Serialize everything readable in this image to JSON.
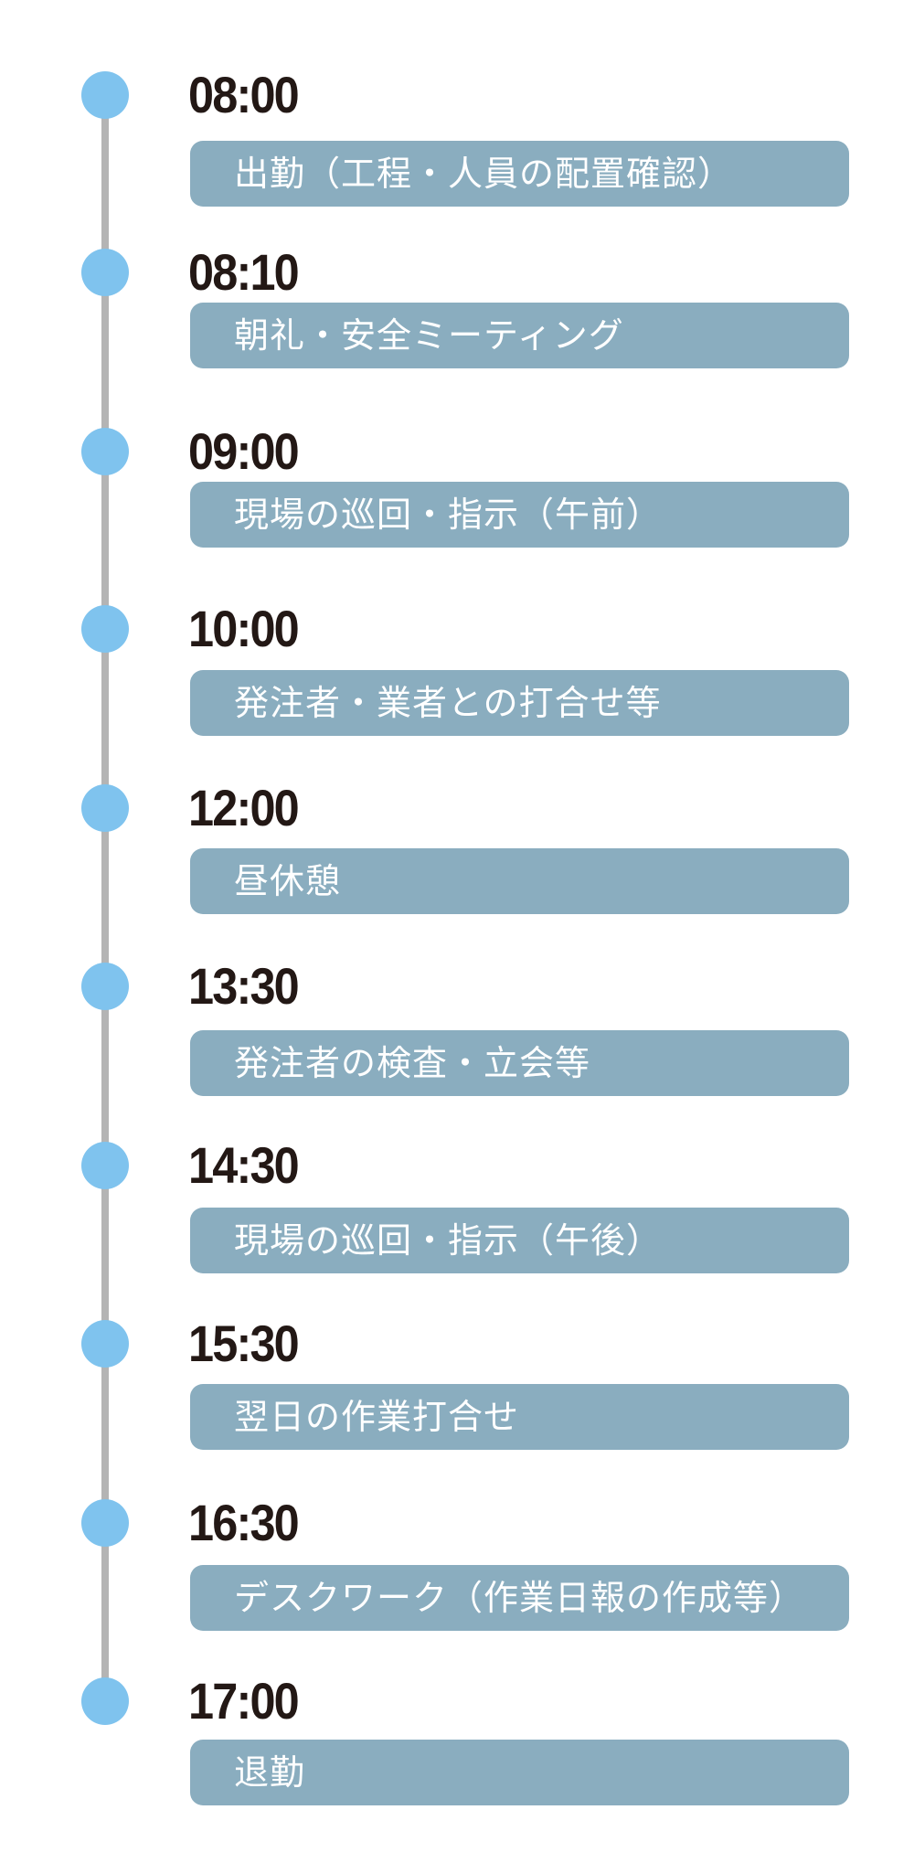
{
  "accent": {
    "dot": "#7fc3ee",
    "box": "#8aadbf",
    "line": "#b4b4b4",
    "time_text": "#231815"
  },
  "schedule": [
    {
      "time": "08:00",
      "activity": "出勤（工程・人員の配置確認）"
    },
    {
      "time": "08:10",
      "activity": "朝礼・安全ミーティング"
    },
    {
      "time": "09:00",
      "activity": "現場の巡回・指示（午前）"
    },
    {
      "time": "10:00",
      "activity": "発注者・業者との打合せ等"
    },
    {
      "time": "12:00",
      "activity": "昼休憩"
    },
    {
      "time": "13:30",
      "activity": "発注者の検査・立会等"
    },
    {
      "time": "14:30",
      "activity": "現場の巡回・指示（午後）"
    },
    {
      "time": "15:30",
      "activity": "翌日の作業打合せ"
    },
    {
      "time": "16:30",
      "activity": "デスクワーク（作業日報の作成等）"
    },
    {
      "time": "17:00",
      "activity": "退勤"
    }
  ]
}
